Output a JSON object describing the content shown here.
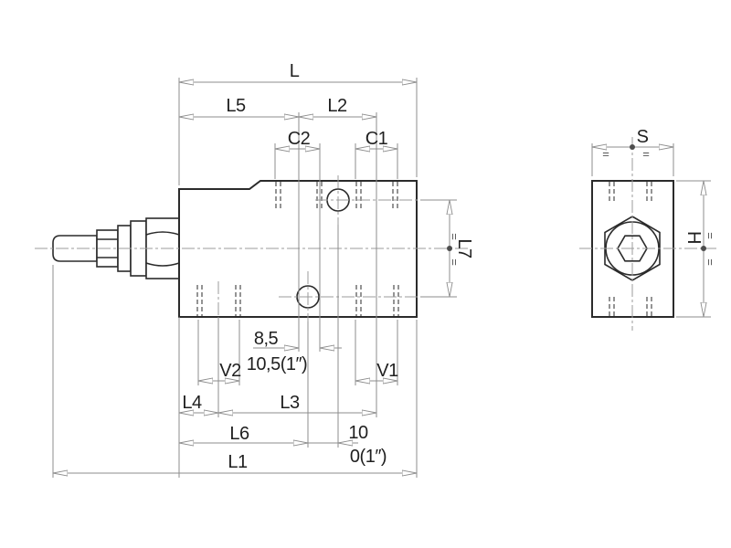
{
  "drawing": {
    "kind": "technical-dimension-drawing",
    "views": [
      "main-side-elevation",
      "end-elevation"
    ]
  },
  "dims": {
    "L": "L",
    "L1": "L1",
    "L2": "L2",
    "L3": "L3",
    "L4": "L4",
    "L5": "L5",
    "L6": "L6",
    "L7": "L7",
    "C1": "C1",
    "C2": "C2",
    "V1": "V1",
    "V2": "V2",
    "S": "S",
    "H": "H",
    "offset_top": "8,5",
    "offset_top_alt": "10,5(1″)",
    "offset_port": "10",
    "offset_port_alt": "0(1″)"
  },
  "symbols": {
    "eq": "="
  },
  "colors": {
    "object_line": "#2b2b2b",
    "dimension_line": "#8c8c8c",
    "hidden_line": "#4d4d4d",
    "centerline": "#9b9b9b",
    "text": "#1f1f1f",
    "background": "#ffffff"
  }
}
